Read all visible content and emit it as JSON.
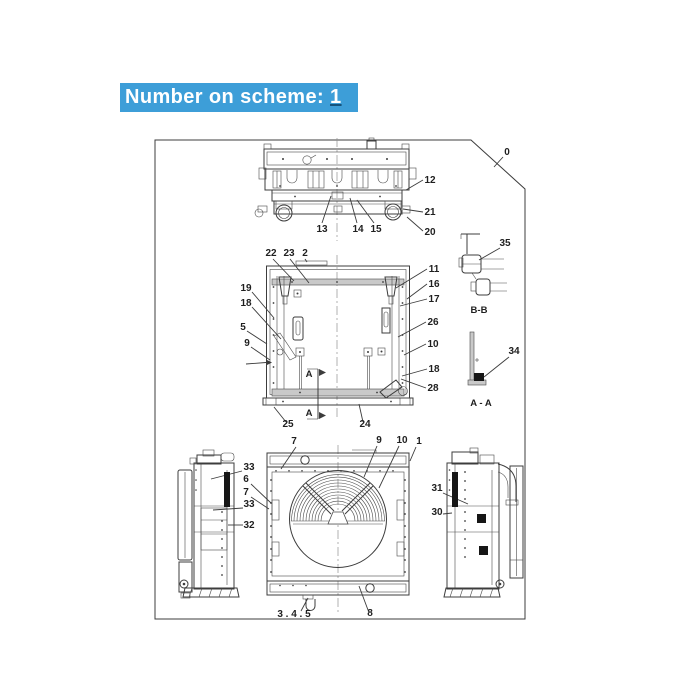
{
  "header": {
    "prefix": "Number on scheme:",
    "number": "1"
  },
  "colors": {
    "highlight": "#3d9ed8",
    "line": "#3c3c3c",
    "text": "#ffffff"
  },
  "diagram": {
    "callouts": {
      "0": "0",
      "1": "1",
      "2": "2",
      "5": "5",
      "6": "6",
      "7": "7",
      "8": "8",
      "9": "9",
      "10": "10",
      "11": "11",
      "12": "12",
      "13": "13",
      "14": "14",
      "15": "15",
      "16": "16",
      "17": "17",
      "18": "18",
      "19": "19",
      "20": "20",
      "21": "21",
      "22": "22",
      "23": "23",
      "24": "24",
      "25": "25",
      "26": "26",
      "28": "28",
      "30": "30",
      "31": "31",
      "32": "32",
      "33": "33",
      "34": "34",
      "35": "35",
      "grp345": "3 . 4 . 5"
    },
    "sections": {
      "bb": "B-B",
      "aa": "A - A",
      "marker_a": "A"
    }
  }
}
